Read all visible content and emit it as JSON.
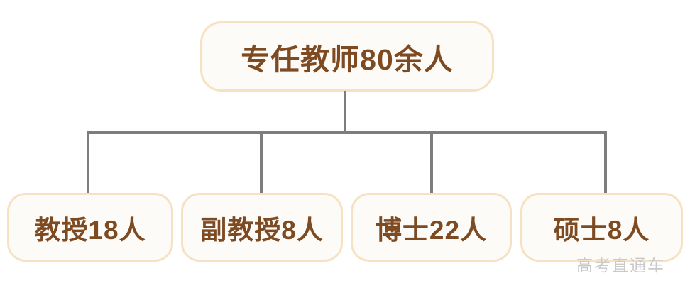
{
  "diagram": {
    "type": "organization-tree",
    "title_node": {
      "label": "专任教师80余人",
      "count": 80,
      "count_qualifier": "余",
      "unit": "人"
    },
    "children": [
      {
        "label": "教授18人",
        "role": "教授",
        "count": 18,
        "unit": "人"
      },
      {
        "label": "副教授8人",
        "role": "副教授",
        "count": 8,
        "unit": "人"
      },
      {
        "label": "博士22人",
        "role": "博士",
        "count": 22,
        "unit": "人"
      },
      {
        "label": "硕士8人",
        "role": "硕士",
        "count": 8,
        "unit": "人"
      }
    ],
    "watermark": "高考直通车",
    "colors": {
      "text": "#7d4a22",
      "box_fill": "#fdfbf7",
      "box_border": "#f6e2c3",
      "connector": "#7d7d7d",
      "watermark": "#c9c9c9",
      "background": "#ffffff"
    }
  }
}
